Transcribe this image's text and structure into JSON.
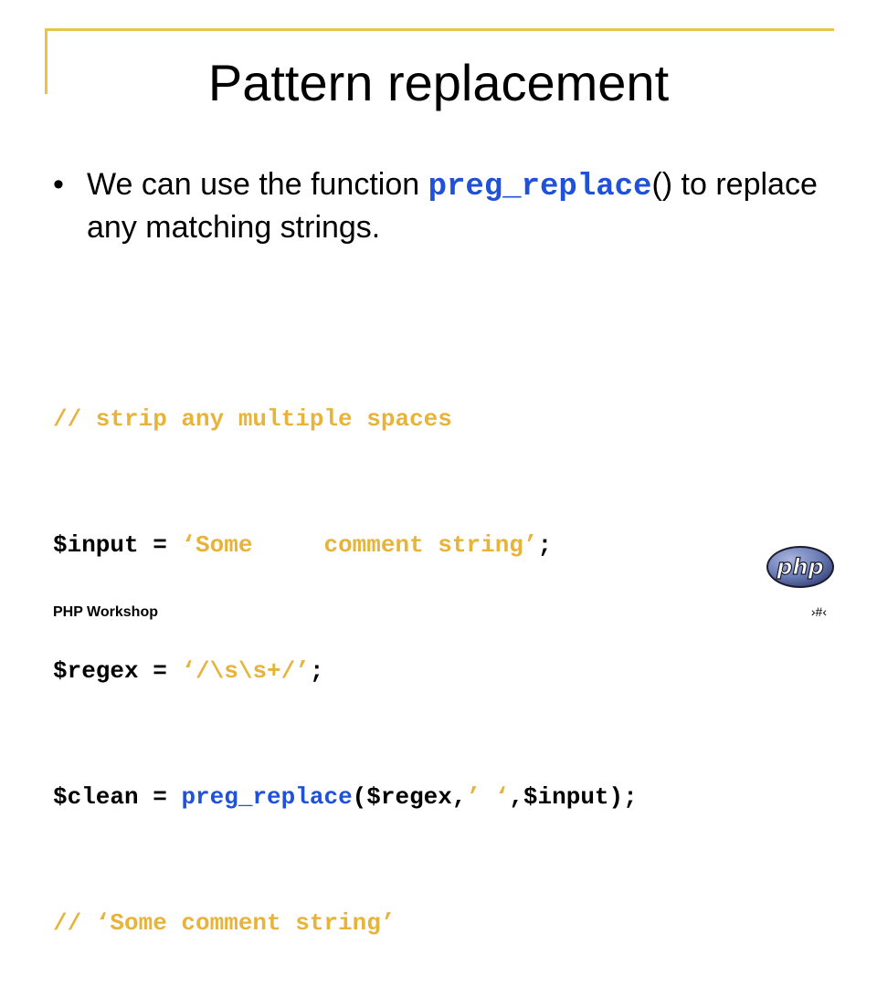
{
  "title": "Pattern replacement",
  "bullet": {
    "symbol": "•",
    "text_before": "We can use the function ",
    "function_name": "preg_replace",
    "text_after": "() to replace any matching strings."
  },
  "code": {
    "line1": "// strip any multiple spaces",
    "line2_var": "$input = ",
    "line2_str": "‘Some     comment string’",
    "line2_end": ";",
    "line3_var": "$regex = ",
    "line3_str": "‘/\\s\\s+/’",
    "line3_end": ";",
    "line4_var": "$clean = ",
    "line4_func": "preg_replace",
    "line4_args_a": "($regex,",
    "line4_args_str": "’ ‘",
    "line4_args_b": ",$input);",
    "line5": "// ‘Some comment string’"
  },
  "footer": {
    "left": "PHP Workshop",
    "right": "›#‹"
  },
  "logo": {
    "text": "php",
    "icon": "php-logo-icon"
  },
  "colors": {
    "accent": "#e8c34a",
    "code_blue": "#1f52d8",
    "code_gold": "#e8b33a",
    "logo_fill": "#6c7eb7"
  }
}
